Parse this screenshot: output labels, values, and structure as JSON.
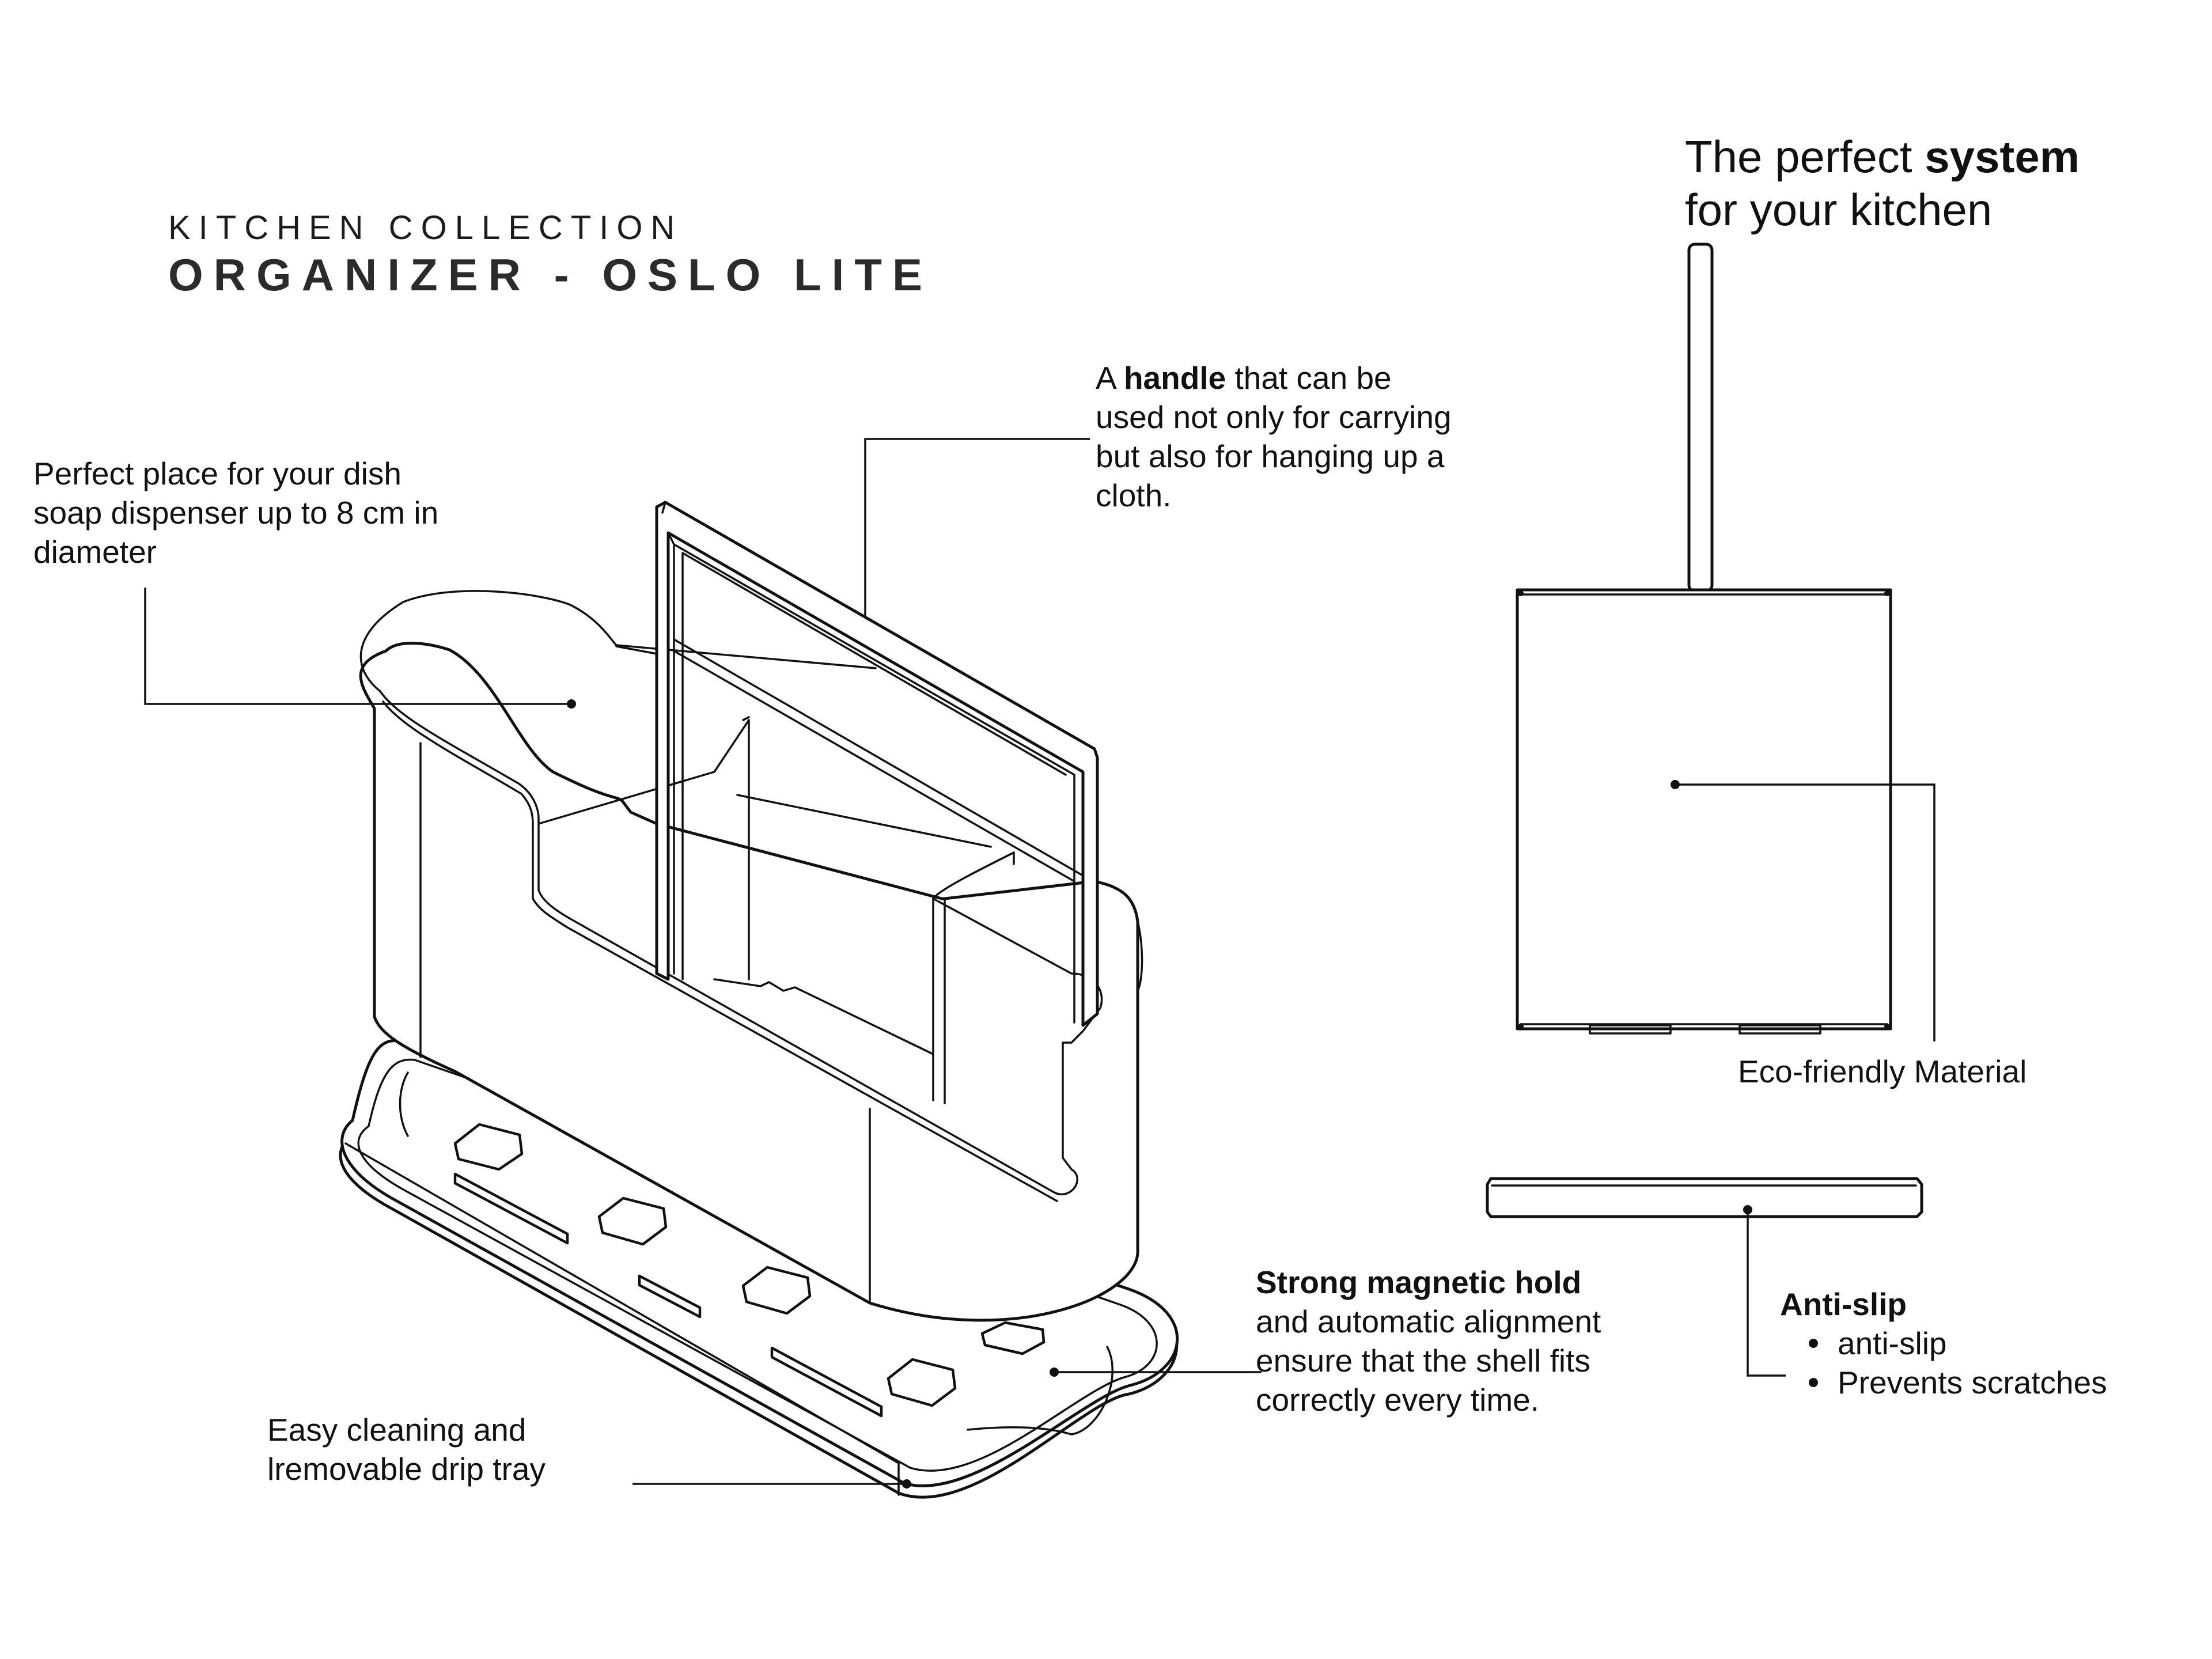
{
  "header": {
    "eyebrow": "KITCHEN COLLECTION",
    "title": "ORGANIZER - OSLO LITE"
  },
  "tagline": {
    "line1_pre": "The perfect ",
    "line1_bold": "system",
    "line2": "for your kitchen"
  },
  "callouts": {
    "dish": {
      "text": "Perfect place for your dish soap dispenser up to 8 cm in diameter"
    },
    "handle": {
      "prefix": "A ",
      "bold": "handle",
      "suffix": " that can be used not only for carrying but also for hanging up a cloth."
    },
    "magnet": {
      "bold": "Strong magnetic hold",
      "rest": "and automatic alignment ensure that the shell fits correctly every time."
    },
    "tray": {
      "line1": "Easy cleaning and",
      "line2": "lremovable drip tray"
    },
    "eco": {
      "text": "Eco-friendly Material"
    },
    "anti_slip": {
      "title": "Anti-slip",
      "items": [
        "anti-slip",
        "Prevents scratches"
      ]
    }
  },
  "colors": {
    "ink": "#111111",
    "title": "#2b2b2b",
    "background": "#ffffff"
  }
}
